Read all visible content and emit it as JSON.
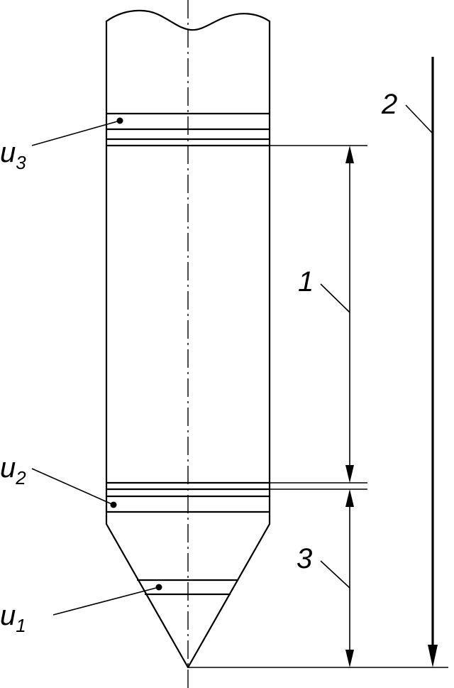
{
  "labels": {
    "u3": {
      "base": "u",
      "sub": "3"
    },
    "u2": {
      "base": "u",
      "sub": "2"
    },
    "u1": {
      "base": "u",
      "sub": "1"
    },
    "dim1": "1",
    "dim2": "2",
    "dim3": "3"
  }
}
